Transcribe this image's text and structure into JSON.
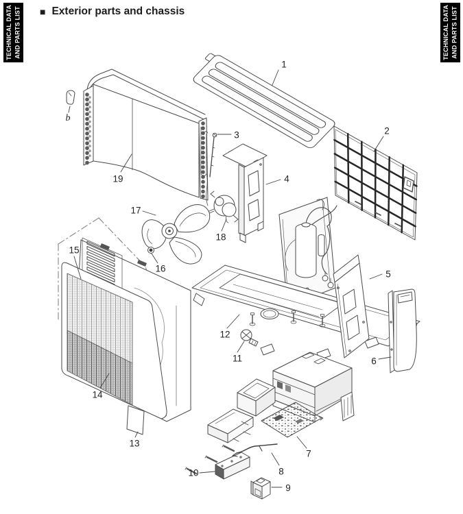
{
  "header": {
    "bullet": "■",
    "title": "Exterior parts and chassis"
  },
  "sidebar_tab": {
    "line1": "TECHNICAL DATA",
    "line2": "AND PARTS LIST"
  },
  "diagram": {
    "labels": [
      "1",
      "2",
      "3",
      "4",
      "5",
      "6",
      "7",
      "8",
      "9",
      "10",
      "11",
      "12",
      "13",
      "14",
      "15",
      "16",
      "17",
      "18",
      "19",
      "b"
    ]
  },
  "colors": {
    "line": "#4a4a4a",
    "grille_dark": "#262626",
    "tab_bg": "#000000",
    "tab_fg": "#ffffff"
  }
}
